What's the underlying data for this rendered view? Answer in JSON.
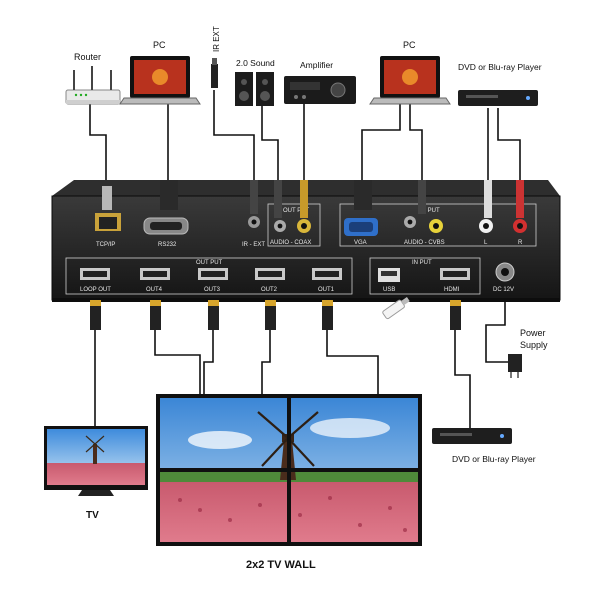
{
  "devices": {
    "router": "Router",
    "pc_left": "PC",
    "ir_ext": "IR EXT",
    "sound": "2.0 Sound",
    "amplifier": "Amplifier",
    "pc_right": "PC",
    "dvd_top": "DVD or Blu-ray Player",
    "power_supply_line1": "Power",
    "power_supply_line2": "Supply",
    "dvd_bottom": "DVD or Blu-ray Player",
    "tv": "TV",
    "tv_wall": "2x2 TV  WALL"
  },
  "panel": {
    "tcpip": "TCP/IP",
    "rs232": "RS232",
    "ir_ext": "IR - EXT",
    "output_audio": "OUT PUT",
    "audio_coax": "AUDIO - COAX",
    "input_top": "IN PUT",
    "vga": "VGA",
    "audio_cvbs": "AUDIO - CVBS",
    "l": "L",
    "r": "R",
    "output_bottom": "OUT PUT",
    "loop_out": "LOOP OUT",
    "out4": "OUT4",
    "out3": "OUT3",
    "out2": "OUT2",
    "out1": "OUT1",
    "input_bottom": "IN PUT",
    "usb": "USB",
    "hdmi": "HDMI",
    "dc": "DC 12V"
  }
}
